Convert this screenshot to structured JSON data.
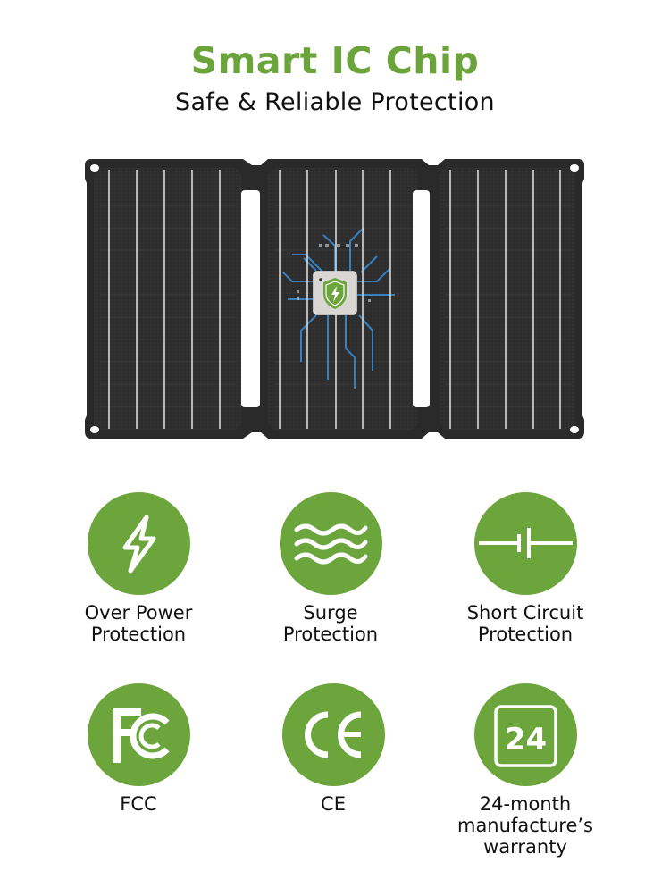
{
  "header": {
    "title": "Smart IC Chip",
    "subtitle": "Safe & Reliable Protection"
  },
  "product_image": {
    "name": "foldable-solar-panel",
    "panels": 3,
    "center_badge_icon": "shield-lightning-chip-icon"
  },
  "colors": {
    "accent_green": "#6ba53b",
    "title_green": "#6aa43a",
    "panel_dark": "#2c2c2c",
    "text": "#111111"
  },
  "features": [
    {
      "icon": "lightning-bolt-icon",
      "label_lines": [
        "Over Power",
        "Protection"
      ]
    },
    {
      "icon": "waves-icon",
      "label_lines": [
        "Surge",
        "Protection"
      ]
    },
    {
      "icon": "capacitor-icon",
      "label_lines": [
        "Short Circuit",
        "Protection"
      ]
    },
    {
      "icon": "fcc-logo-icon",
      "label_lines": [
        "FCC"
      ]
    },
    {
      "icon": "ce-logo-icon",
      "label_lines": [
        "CE"
      ]
    },
    {
      "icon": "calendar-24-icon",
      "badge_text": "24",
      "label_lines": [
        "24-month",
        "manufacture’s",
        "warranty"
      ]
    }
  ]
}
